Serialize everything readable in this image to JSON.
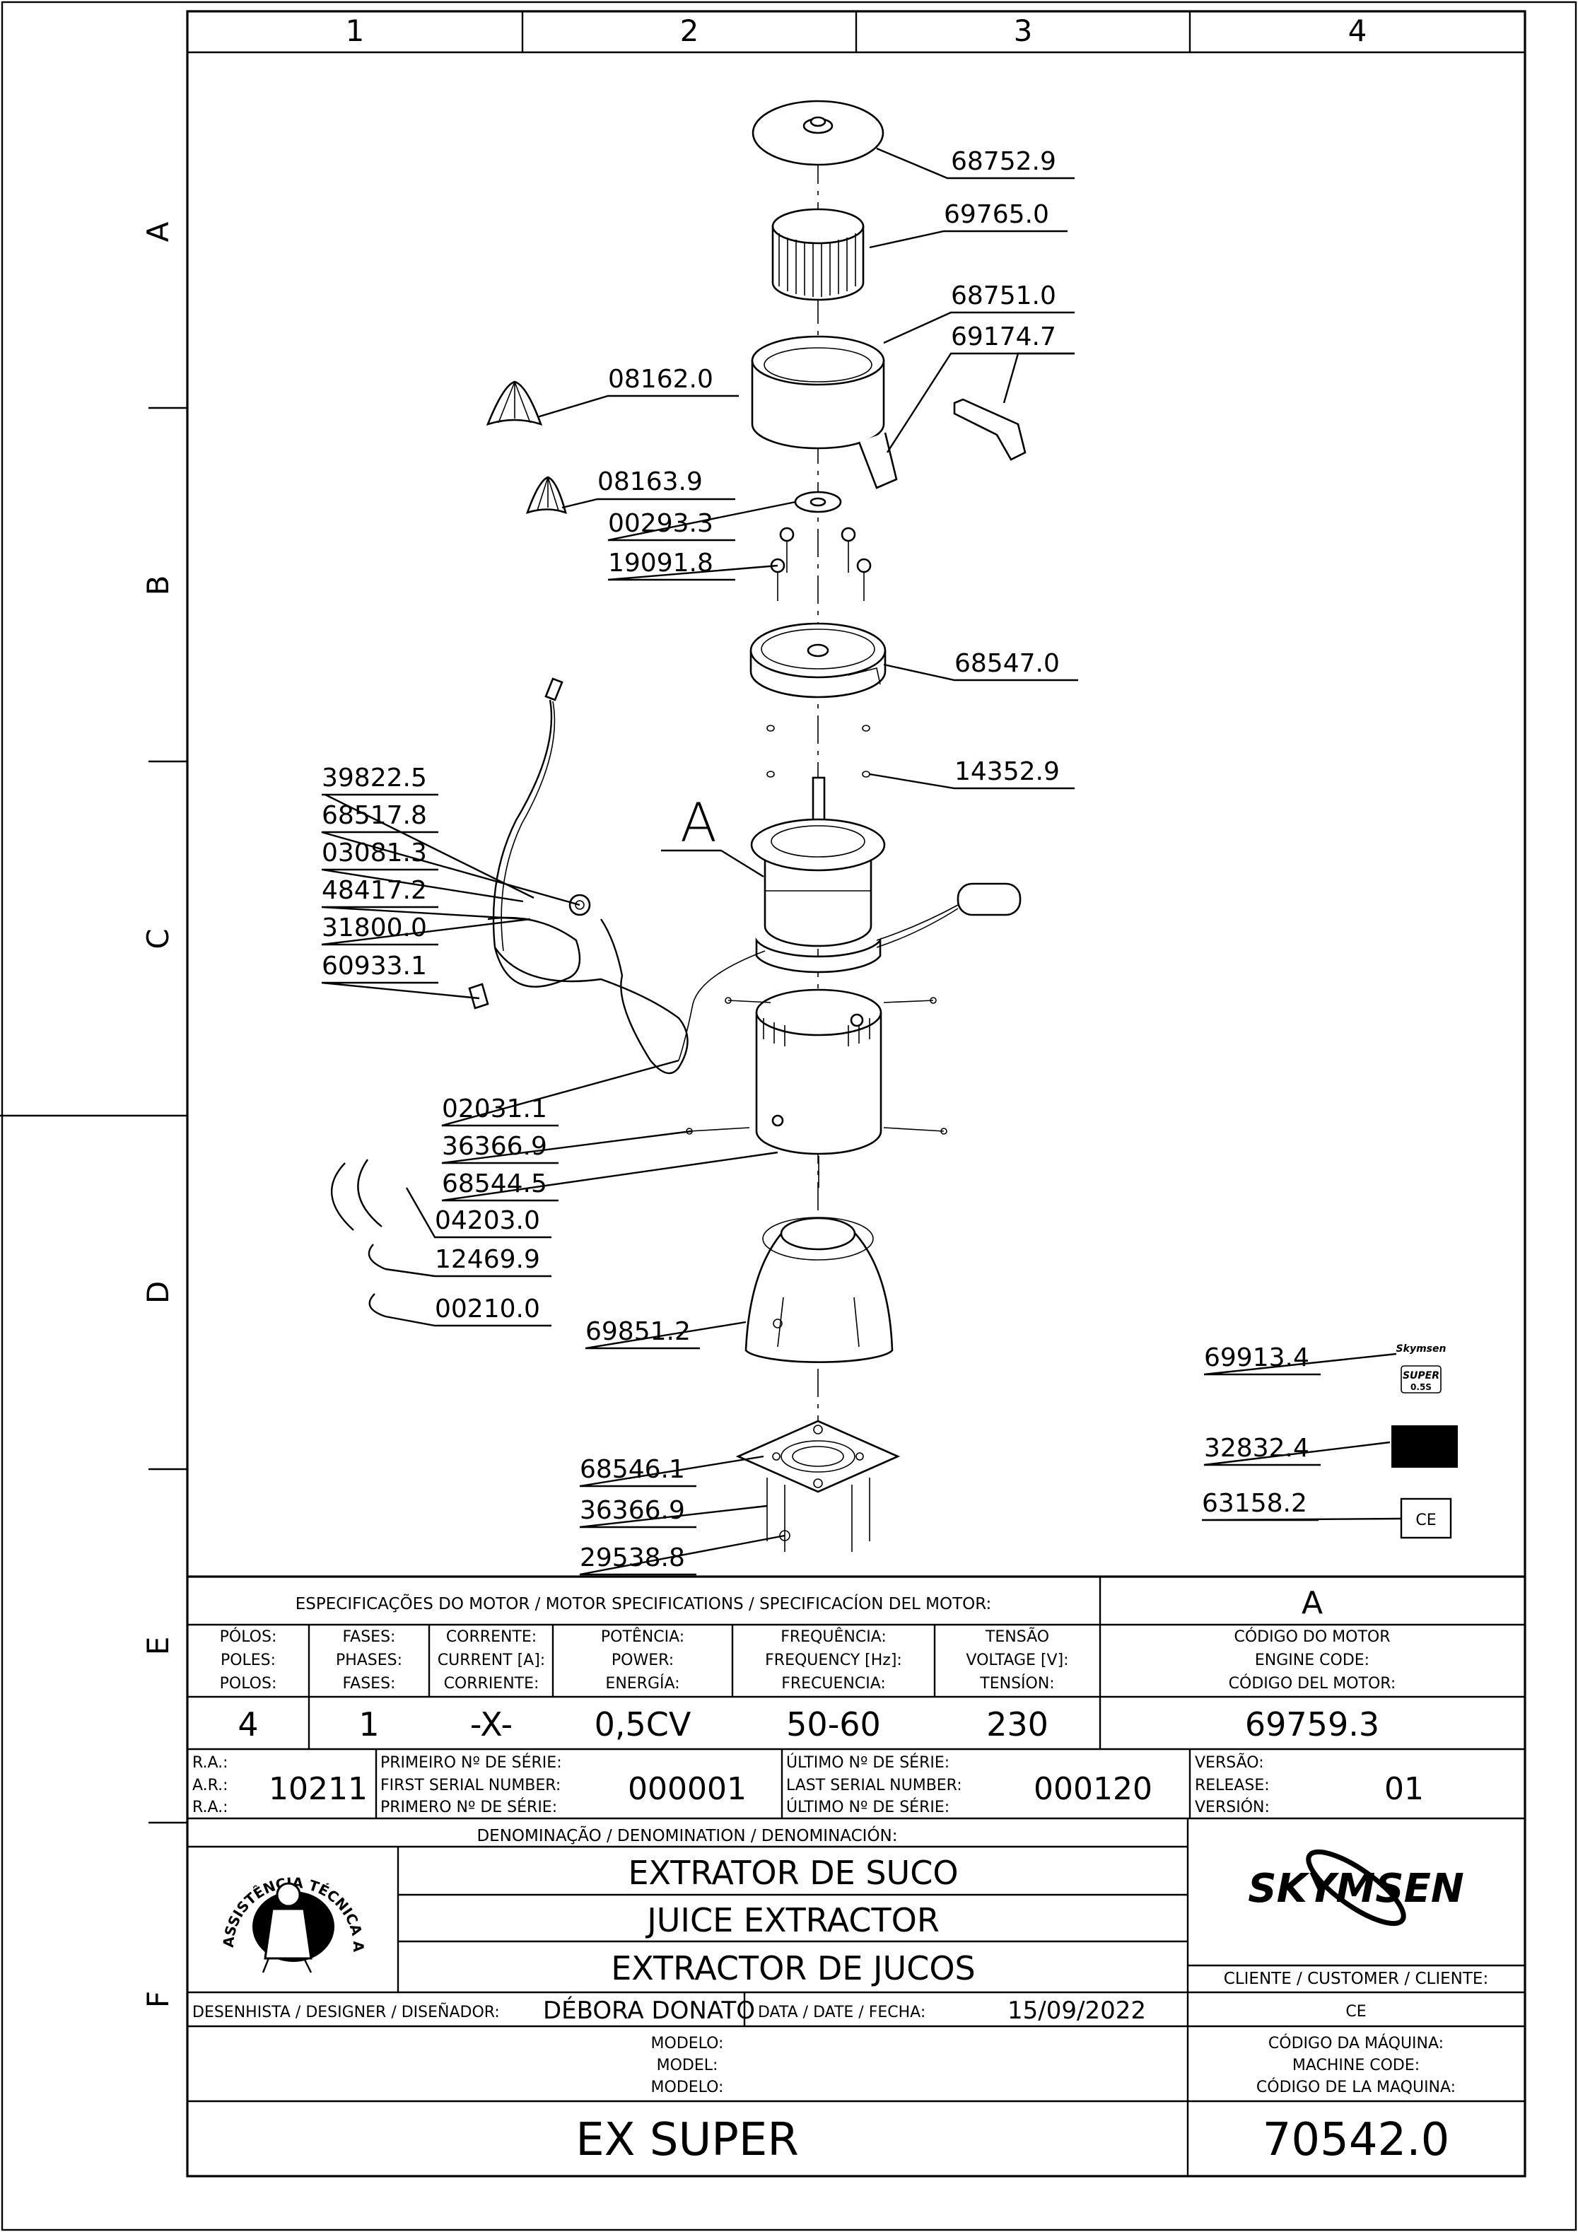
{
  "grid": {
    "columns": [
      "1",
      "2",
      "3",
      "4"
    ],
    "rows": [
      "A",
      "B",
      "C",
      "D",
      "E",
      "F"
    ]
  },
  "callouts": [
    {
      "code": "68752.9"
    },
    {
      "code": "69765.0"
    },
    {
      "code": "68751.0"
    },
    {
      "code": "69174.7"
    },
    {
      "code": "08162.0"
    },
    {
      "code": "08163.9"
    },
    {
      "code": "00293.3"
    },
    {
      "code": "19091.8"
    },
    {
      "code": "68547.0"
    },
    {
      "code": "14352.9"
    },
    {
      "code": "39822.5"
    },
    {
      "code": "68517.8"
    },
    {
      "code": "03081.3"
    },
    {
      "code": "48417.2"
    },
    {
      "code": "31800.0"
    },
    {
      "code": "60933.1"
    },
    {
      "code": "02031.1"
    },
    {
      "code": "36366.9"
    },
    {
      "code": "68544.5"
    },
    {
      "code": "04203.0"
    },
    {
      "code": "12469.9"
    },
    {
      "code": "00210.0"
    },
    {
      "code": "69851.2"
    },
    {
      "code": "68546.1"
    },
    {
      "code": "36366.9"
    },
    {
      "code": "29538.8"
    },
    {
      "code": "69913.4"
    },
    {
      "code": "32832.4"
    },
    {
      "code": "63158.2"
    }
  ],
  "detail_marker": "A",
  "label_logo": {
    "brand": "Skymsen",
    "model": "SUPER",
    "sub": "0.5S"
  },
  "ce_mark": "CE",
  "motor_spec": {
    "title": "ESPECIFICAÇÕES DO MOTOR / MOTOR SPECIFICATIONS / SPECIFICACÍON DEL MOTOR:",
    "detail_ref": "A",
    "columns": [
      {
        "h1": "PÓLOS:",
        "h2": "POLES:",
        "h3": "POLOS:",
        "value": "4"
      },
      {
        "h1": "FASES:",
        "h2": "PHASES:",
        "h3": "FASES:",
        "value": "1"
      },
      {
        "h1": "CORRENTE:",
        "h2": "CURRENT [A]:",
        "h3": "CORRIENTE:",
        "value": "-X-"
      },
      {
        "h1": "POTÊNCIA:",
        "h2": "POWER:",
        "h3": "ENERGÍA:",
        "value": "0,5CV"
      },
      {
        "h1": "FREQUÊNCIA:",
        "h2": "FREQUENCY [Hz]:",
        "h3": "FRECUENCIA:",
        "value": "50-60"
      },
      {
        "h1": "TENSÃO",
        "h2": "VOLTAGE [V]:",
        "h3": "TENSÍON:",
        "value": "230"
      },
      {
        "h1": "CÓDIGO DO MOTOR",
        "h2": "ENGINE CODE:",
        "h3": "CÓDIGO DEL MOTOR:",
        "value": "69759.3"
      }
    ]
  },
  "serial": {
    "ra_labels": [
      "R.A.:",
      "A.R.:",
      "R.A.:"
    ],
    "ra_value": "10211",
    "first_labels": [
      "PRIMEIRO Nº DE SÉRIE:",
      "FIRST SERIAL NUMBER:",
      "PRIMERO Nº DE SÉRIE:"
    ],
    "first_value": "000001",
    "last_labels": [
      "ÚLTIMO Nº DE SÉRIE:",
      "LAST SERIAL NUMBER:",
      "ÚLTIMO Nº DE SÉRIE:"
    ],
    "last_value": "000120",
    "version_labels": [
      "VERSÃO:",
      "RELEASE:",
      "VERSIÓN:"
    ],
    "version_value": "01"
  },
  "denomination": {
    "header": "DENOMINAÇÃO / DENOMINATION / DENOMINACIÓN:",
    "lines": [
      "EXTRATOR DE SUCO",
      "JUICE EXTRACTOR",
      "EXTRACTOR DE JUCOS"
    ]
  },
  "seal": {
    "top": "ASSISTÊNCIA TÉCNICA AUTORIZADA"
  },
  "brand": "SKYMSEN",
  "client": {
    "label": "CLIENTE / CUSTOMER / CLIENTE:",
    "value": "CE"
  },
  "designer": {
    "label": "DESENHISTA / DESIGNER / DISEÑADOR:",
    "value": "DÉBORA DONATO"
  },
  "date": {
    "label": "DATA / DATE / FECHA:",
    "value": "15/09/2022"
  },
  "model": {
    "labels": [
      "MODELO:",
      "MODEL:",
      "MODELO:"
    ],
    "value": "EX SUPER"
  },
  "machine_code": {
    "labels": [
      "CÓDIGO DA MÁQUINA:",
      "MACHINE CODE:",
      "CÓDIGO DE LA MAQUINA:"
    ],
    "value": "70542.0"
  }
}
